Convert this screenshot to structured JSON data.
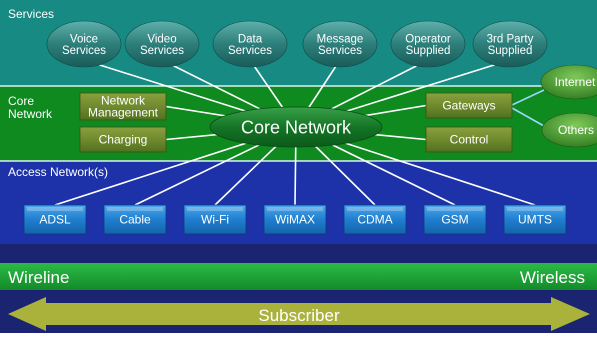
{
  "layers": {
    "services": "Services",
    "core": "Core\nNetwork",
    "access": "Access Network(s)"
  },
  "services": [
    "Voice\nServices",
    "Video\nServices",
    "Data\nServices",
    "Message\nServices",
    "Operator\nSupplied",
    "3rd Party\nSupplied"
  ],
  "core": {
    "hub": "Core Network",
    "left_boxes": [
      "Network\nManagement",
      "Charging"
    ],
    "right_boxes": [
      "Gateways",
      "Control"
    ],
    "external": [
      "Internet",
      "Others"
    ]
  },
  "access": [
    "ADSL",
    "Cable",
    "Wi-Fi",
    "WiMAX",
    "CDMA",
    "GSM",
    "UMTS"
  ],
  "bands": {
    "wireline": "Wireline",
    "wireless": "Wireless"
  },
  "subscriber": "Subscriber",
  "colors": {
    "services_bg": "#178a84",
    "core_bg": "#0f8a1f",
    "access_bg": "#1d32a8",
    "band_green": "#1aa235",
    "subscriber": "#aab23c",
    "tech_box": "#1f7fcf"
  }
}
